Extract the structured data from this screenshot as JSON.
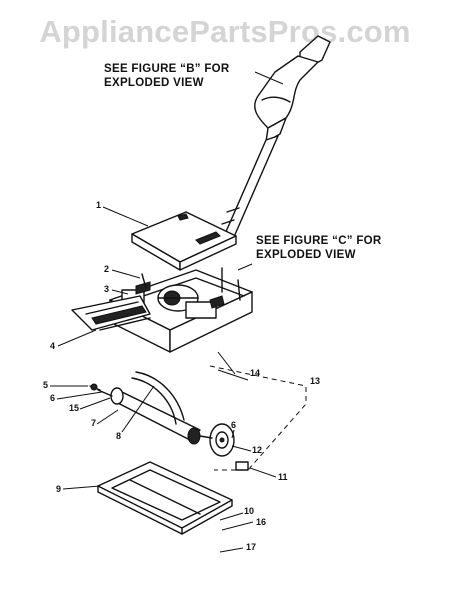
{
  "watermark": "AppliancePartsPros.com",
  "notes": {
    "figure_b_line1": "SEE FIGURE “B” FOR",
    "figure_b_line2": "EXPLODED VIEW",
    "figure_c_line1": "SEE FIGURE “C” FOR",
    "figure_c_line2": "EXPLODED VIEW"
  },
  "callouts": {
    "c1": "1",
    "c2": "2",
    "c3": "3",
    "c4": "4",
    "c5": "5",
    "c6a": "6",
    "c6b": "6",
    "c7": "7",
    "c8": "8",
    "c9": "9",
    "c10": "10",
    "c11": "11",
    "c12": "12",
    "c13": "13",
    "c14": "14",
    "c15": "15",
    "c16": "16",
    "c17": "17"
  }
}
